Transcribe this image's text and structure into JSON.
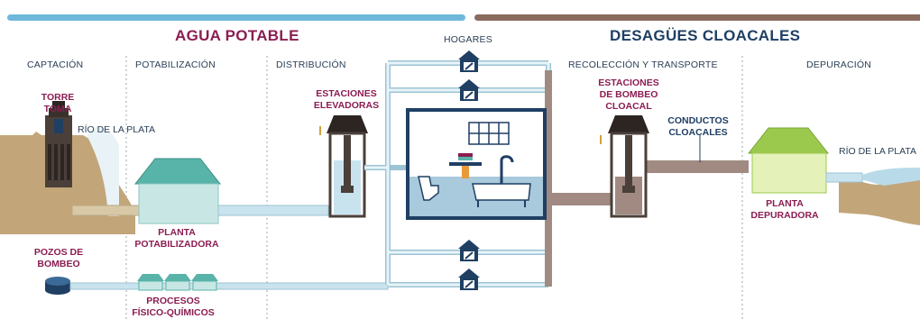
{
  "titles": {
    "water": "AGUA POTABLE",
    "sewer": "DESAGÜES CLOACALES"
  },
  "sections": {
    "captacion": "CAPTACIÓN",
    "potabilizacion": "POTABILIZACIÓN",
    "distribucion": "DISTRIBUCIÓN",
    "hogares": "HOGARES",
    "recoleccion": "RECOLECCIÓN Y TRANSPORTE",
    "depuracion": "DEPURACIÓN"
  },
  "labels": {
    "torre_toma_1": "TORRE",
    "torre_toma_2": "TOMA",
    "rio_left": "RÍO DE LA PLATA",
    "pozos_1": "POZOS DE",
    "pozos_2": "BOMBEO",
    "planta_pot_1": "PLANTA",
    "planta_pot_2": "POTABILIZADORA",
    "procesos_1": "PROCESOS",
    "procesos_2": "FÍSICO-QUÍMICOS",
    "estaciones_elev_1": "ESTACIONES",
    "estaciones_elev_2": "ELEVADORAS",
    "estaciones_bombeo_1": "ESTACIONES",
    "estaciones_bombeo_2": "DE BOMBEO",
    "estaciones_bombeo_3": "CLOACAL",
    "conductos_1": "CONDUCTOS",
    "conductos_2": "CLOACALES",
    "planta_dep_1": "PLANTA",
    "planta_dep_2": "DEPURADORA",
    "rio_right": "RÍO DE LA PLATA"
  },
  "colors": {
    "water_pipe": "#c9e3ee",
    "water_pipe_border": "#9cc3d3",
    "sewer_pipe": "#a08a82",
    "plant_roof": "#58b3a8",
    "plant_body": "#c8e7e4",
    "depur_roof": "#9bc94e",
    "depur_body": "#e4f1b8",
    "ground": "#b79a73",
    "house_frame": "#1f3f63",
    "title_water": "#8b1d52",
    "title_sewer": "#1f3f63"
  }
}
